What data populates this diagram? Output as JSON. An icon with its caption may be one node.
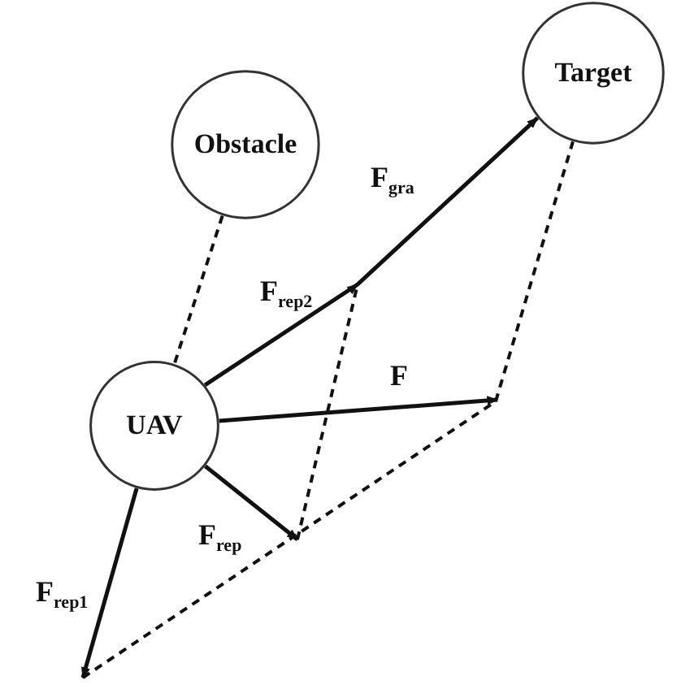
{
  "diagram": {
    "nodes": [
      {
        "text": [
          "Obstacle"
        ]
      },
      {
        "text": [
          "Target"
        ]
      },
      {
        "text": [
          "UAV"
        ]
      }
    ],
    "edges": [
      {
        "from": 0,
        "to": 2,
        "arrow": "none",
        "style": "dashed"
      },
      {
        "from": 2,
        "to": 1,
        "arrow": "to",
        "label": "F$_{gra}$"
      },
      {
        "from": 2,
        "to": null,
        "arrow": "to",
        "label": "F"
      },
      {
        "from": 2,
        "to": null,
        "arrow": "to",
        "label": "F$_{rep}$"
      },
      {
        "from": 2,
        "to": null,
        "arrow": "to",
        "label": "F$_{rep1}$"
      },
      {
        "from": null,
        "to": 1,
        "arrow": "none",
        "style": "dashed"
      }
    ],
    "labels": [
      "F$_{rep2}$"
    ]
  }
}
